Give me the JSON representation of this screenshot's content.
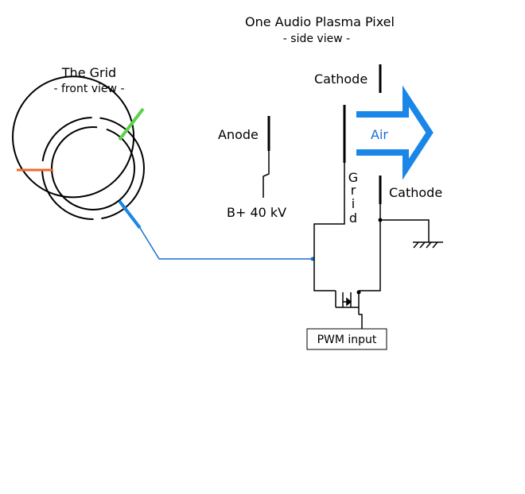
{
  "grid_view": {
    "title": "The Grid",
    "subtitle": "- front view -"
  },
  "pixel_view": {
    "title": "One Audio Plasma Pixel",
    "subtitle": "- side view -"
  },
  "labels": {
    "cathode_top": "Cathode",
    "cathode_bottom": "Cathode",
    "anode": "Anode",
    "supply": "B+ 40 kV",
    "air": "Air",
    "grid_letters": [
      "G",
      "r",
      "i",
      "d"
    ],
    "pwm_input": "PWM input"
  },
  "colors": {
    "line": "#000000",
    "wire": "#1a6fd0",
    "air_arrow": "#1a86e8",
    "air_text": "#1a6fd0",
    "tab_orange": "#f26a2e",
    "tab_green": "#5ed14a",
    "tab_blue": "#1a86e8"
  }
}
